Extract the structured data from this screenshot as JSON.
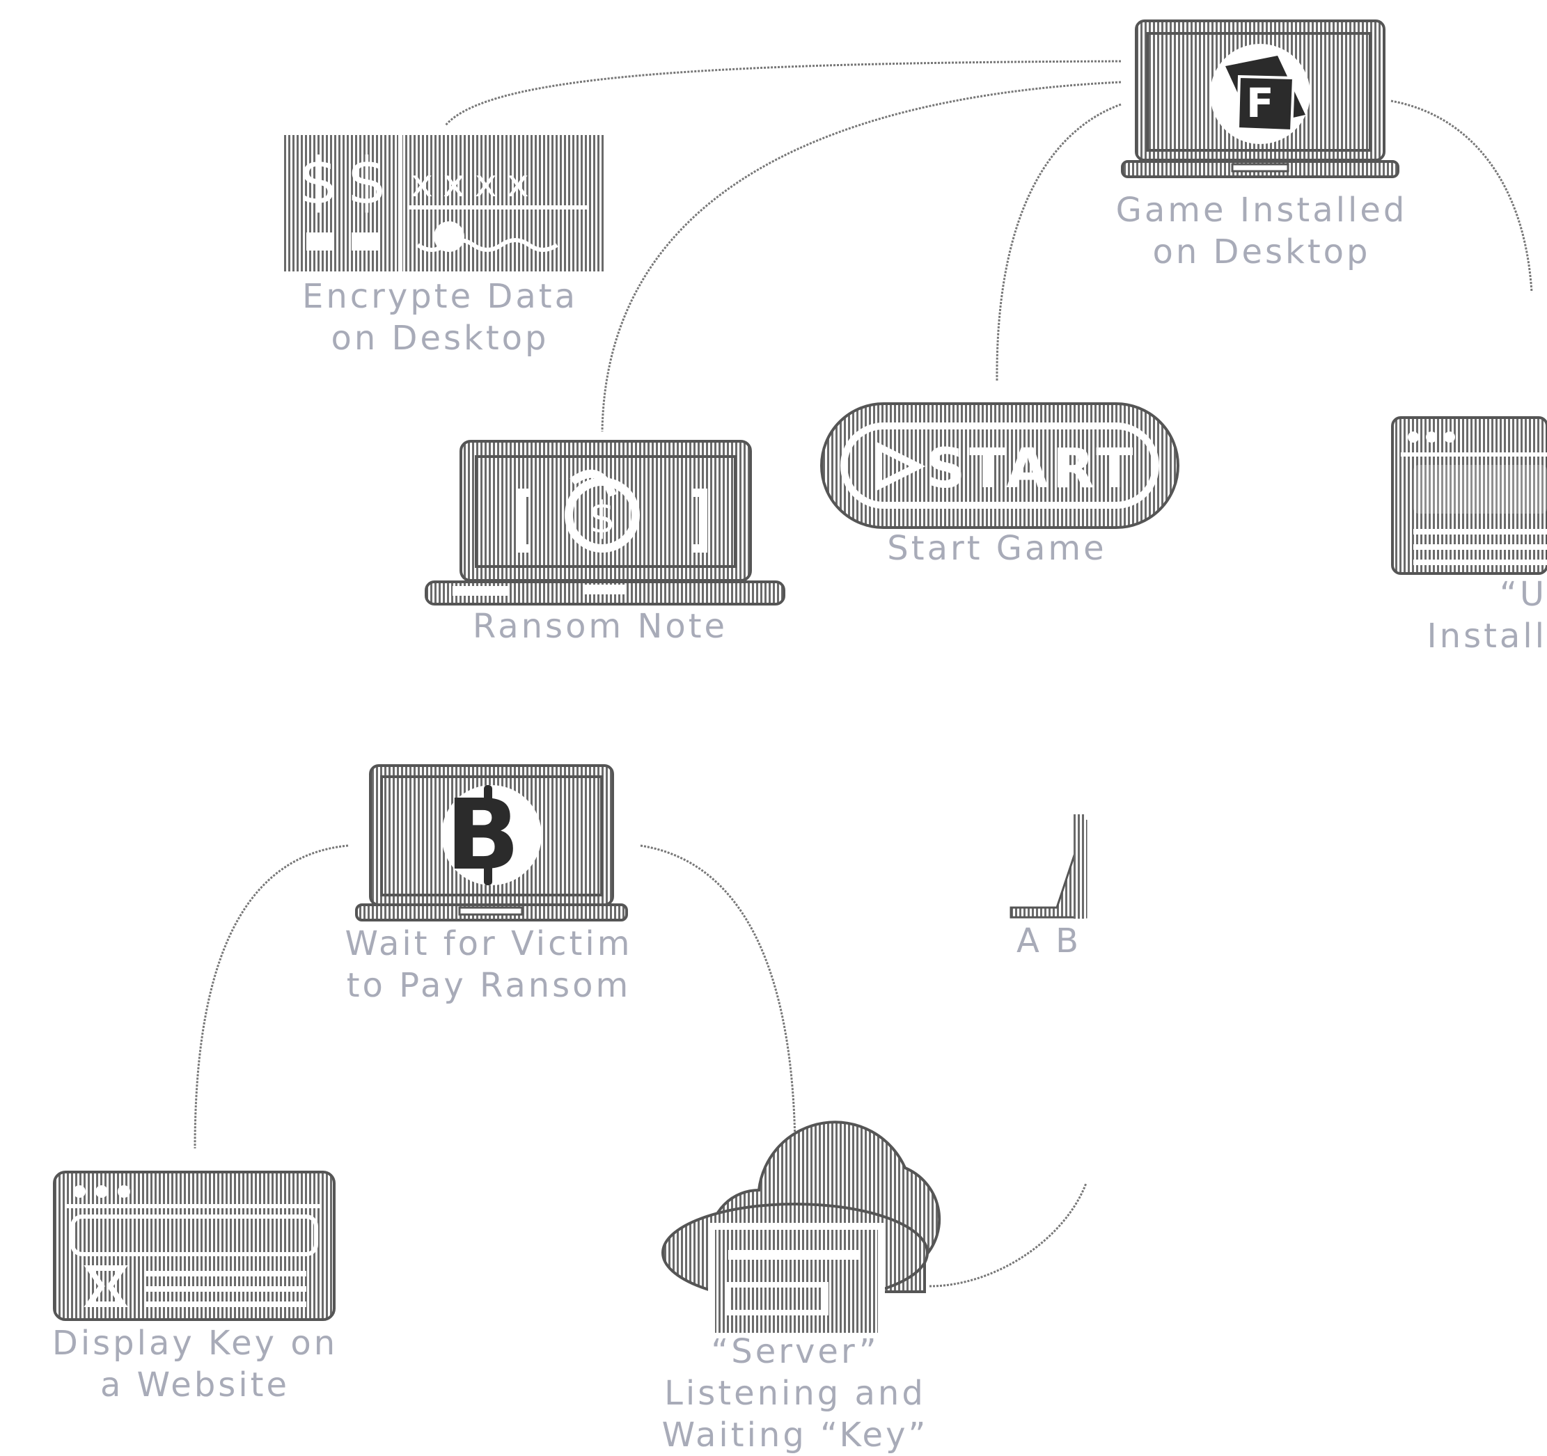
{
  "diagram": {
    "nodes": {
      "game_installed": {
        "line1": "Game Installed",
        "line2": "on Desktop",
        "icon": "laptop-game-icon"
      },
      "encrypt_data": {
        "line1": "Encrypte Data",
        "line2": "on Desktop",
        "icon": "encrypted-data-icon"
      },
      "ransom_note": {
        "line1": "Ransom Note",
        "icon": "laptop-ransom-icon"
      },
      "start_game": {
        "line1": "Start Game",
        "icon": "start-button-icon",
        "button_text": "START"
      },
      "partial_install": {
        "line1": "“U",
        "line2": "Install",
        "icon": "browser-window-icon"
      },
      "wait_ransom": {
        "line1": "Wait for Victim",
        "line2": "to Pay Ransom",
        "icon": "laptop-bitcoin-icon"
      },
      "attacker_partial": {
        "line1": "A B",
        "icon": "partial-figure-icon"
      },
      "display_key": {
        "line1": "Display Key on",
        "line2": "a Website",
        "icon": "website-icon"
      },
      "server": {
        "line1": "“Server”",
        "line2": "Listening and",
        "line3": "Waiting “Key”",
        "icon": "cloud-server-icon"
      }
    },
    "colors": {
      "stroke": "#5a5a5a",
      "label": "#a8abb8",
      "dark": "#2b2b2b"
    }
  }
}
